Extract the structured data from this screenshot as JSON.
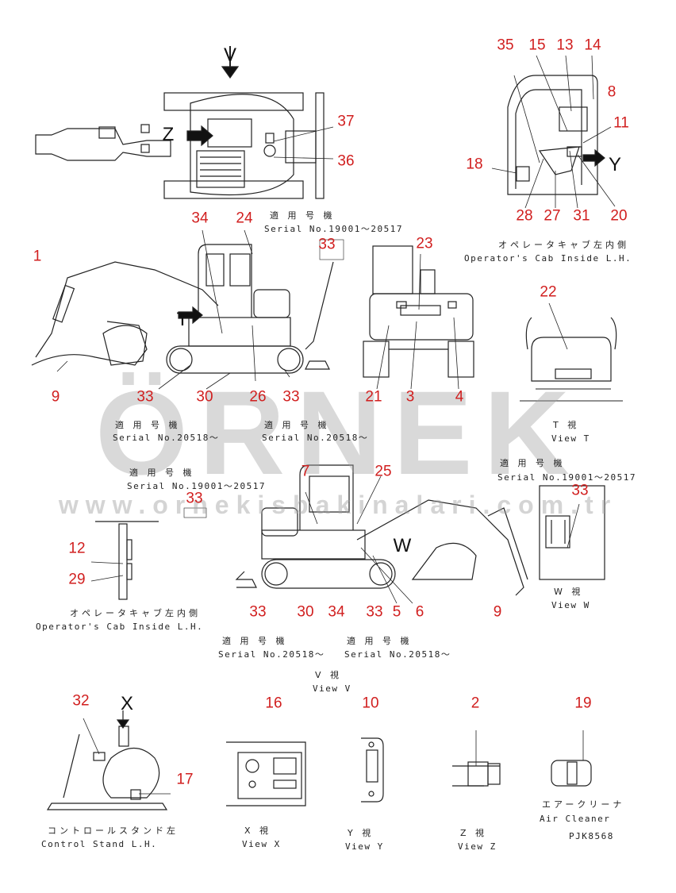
{
  "watermark": {
    "brand": "ÖRNEK",
    "url": "www.ornekisbakinalari.com.tr",
    "color": "#a0a0a0"
  },
  "accent_color": "#d11f1f",
  "part_numbers": {
    "top_view": [
      "37",
      "36"
    ],
    "cab_inside": [
      "35",
      "15",
      "13",
      "14",
      "8",
      "11",
      "18",
      "28",
      "27",
      "31",
      "20"
    ],
    "side_left": [
      "1",
      "34",
      "24",
      "9",
      "33",
      "30",
      "26",
      "33"
    ],
    "rear_view": [
      "23",
      "21",
      "3",
      "4"
    ],
    "view_t": [
      "22"
    ],
    "side_right": [
      "7",
      "25",
      "33",
      "33",
      "30",
      "34",
      "33",
      "5",
      "6",
      "9"
    ],
    "view_w": [
      "33"
    ],
    "cab_inside_2": [
      "12",
      "29"
    ],
    "bottom": [
      "32",
      "17",
      "16",
      "10",
      "2",
      "19"
    ],
    "top_33": "33"
  },
  "view_letters": {
    "v": "V",
    "z": "Z",
    "y": "Y",
    "t": "T",
    "w": "W",
    "x": "X"
  },
  "captions": {
    "serial_a_jp": "適 用 号 機",
    "serial_a": "Serial No.19001～20517",
    "cab_jp": "オペレータキャブ左内側",
    "cab_en": "Operator's Cab Inside L.H.",
    "serial_b_jp": "適 用 号 機",
    "serial_b": "Serial No.20518～",
    "serial_c_jp": "適 用 号 機",
    "serial_c": "Serial No.20518～",
    "view_t_jp": "T  視",
    "view_t_en": "View T",
    "serial_d_jp": "適 用 号 機",
    "serial_d": "Serial No.19001～20517",
    "serial_e_jp": "適 用 号 機",
    "serial_e": "Serial No.19001～20517",
    "cab2_jp": "オペレータキャブ左内側",
    "cab2_en": "Operator's Cab Inside L.H.",
    "view_w_jp": "W  視",
    "view_w_en": "View W",
    "serial_f_jp": "適 用 号 機",
    "serial_f": "Serial No.20518～",
    "serial_g_jp": "適 用 号 機",
    "serial_g": "Serial No.20518～",
    "view_v_jp": "V  視",
    "view_v_en": "View V",
    "stand_jp": "コントロールスタンド左",
    "stand_en": "Control Stand L.H.",
    "view_x_jp": "X  視",
    "view_x_en": "View X",
    "view_y_jp": "Y  視",
    "view_y_en": "View Y",
    "view_z_jp": "Z  視",
    "view_z_en": "View Z",
    "air_jp": "エアークリーナ",
    "air_en": "Air Cleaner",
    "code": "PJK8568"
  }
}
